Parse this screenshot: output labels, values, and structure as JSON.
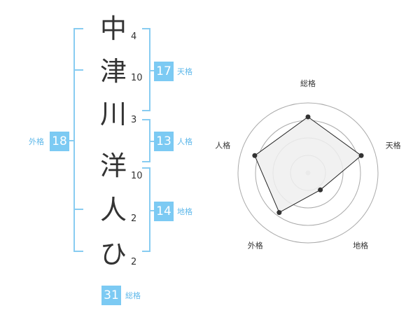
{
  "name_chars": [
    {
      "char": "中",
      "strokes": "4"
    },
    {
      "char": "津",
      "strokes": "10"
    },
    {
      "char": "川",
      "strokes": "3"
    },
    {
      "char": "洋",
      "strokes": "10"
    },
    {
      "char": "人",
      "strokes": "2"
    },
    {
      "char": "ひ",
      "strokes": "2"
    }
  ],
  "fortunes": {
    "tenkaku": {
      "value": "17",
      "label": "天格"
    },
    "jinkaku": {
      "value": "13",
      "label": "人格"
    },
    "chikaku": {
      "value": "14",
      "label": "地格"
    },
    "gaikaku": {
      "value": "18",
      "label": "外格"
    },
    "soukaku": {
      "value": "31",
      "label": "総格"
    }
  },
  "chart_data": {
    "type": "radar",
    "axes": [
      "総格",
      "天格",
      "地格",
      "外格",
      "人格"
    ],
    "values": [
      4,
      4,
      1.5,
      3.5,
      4
    ],
    "max": 5,
    "rings": 4,
    "colors": {
      "fill": "#efefef",
      "line": "#222222",
      "ring": "#aaaaaa",
      "point": "#333333"
    }
  },
  "colors": {
    "accent": "#7ccaf3",
    "bracket": "#88ccf1"
  }
}
